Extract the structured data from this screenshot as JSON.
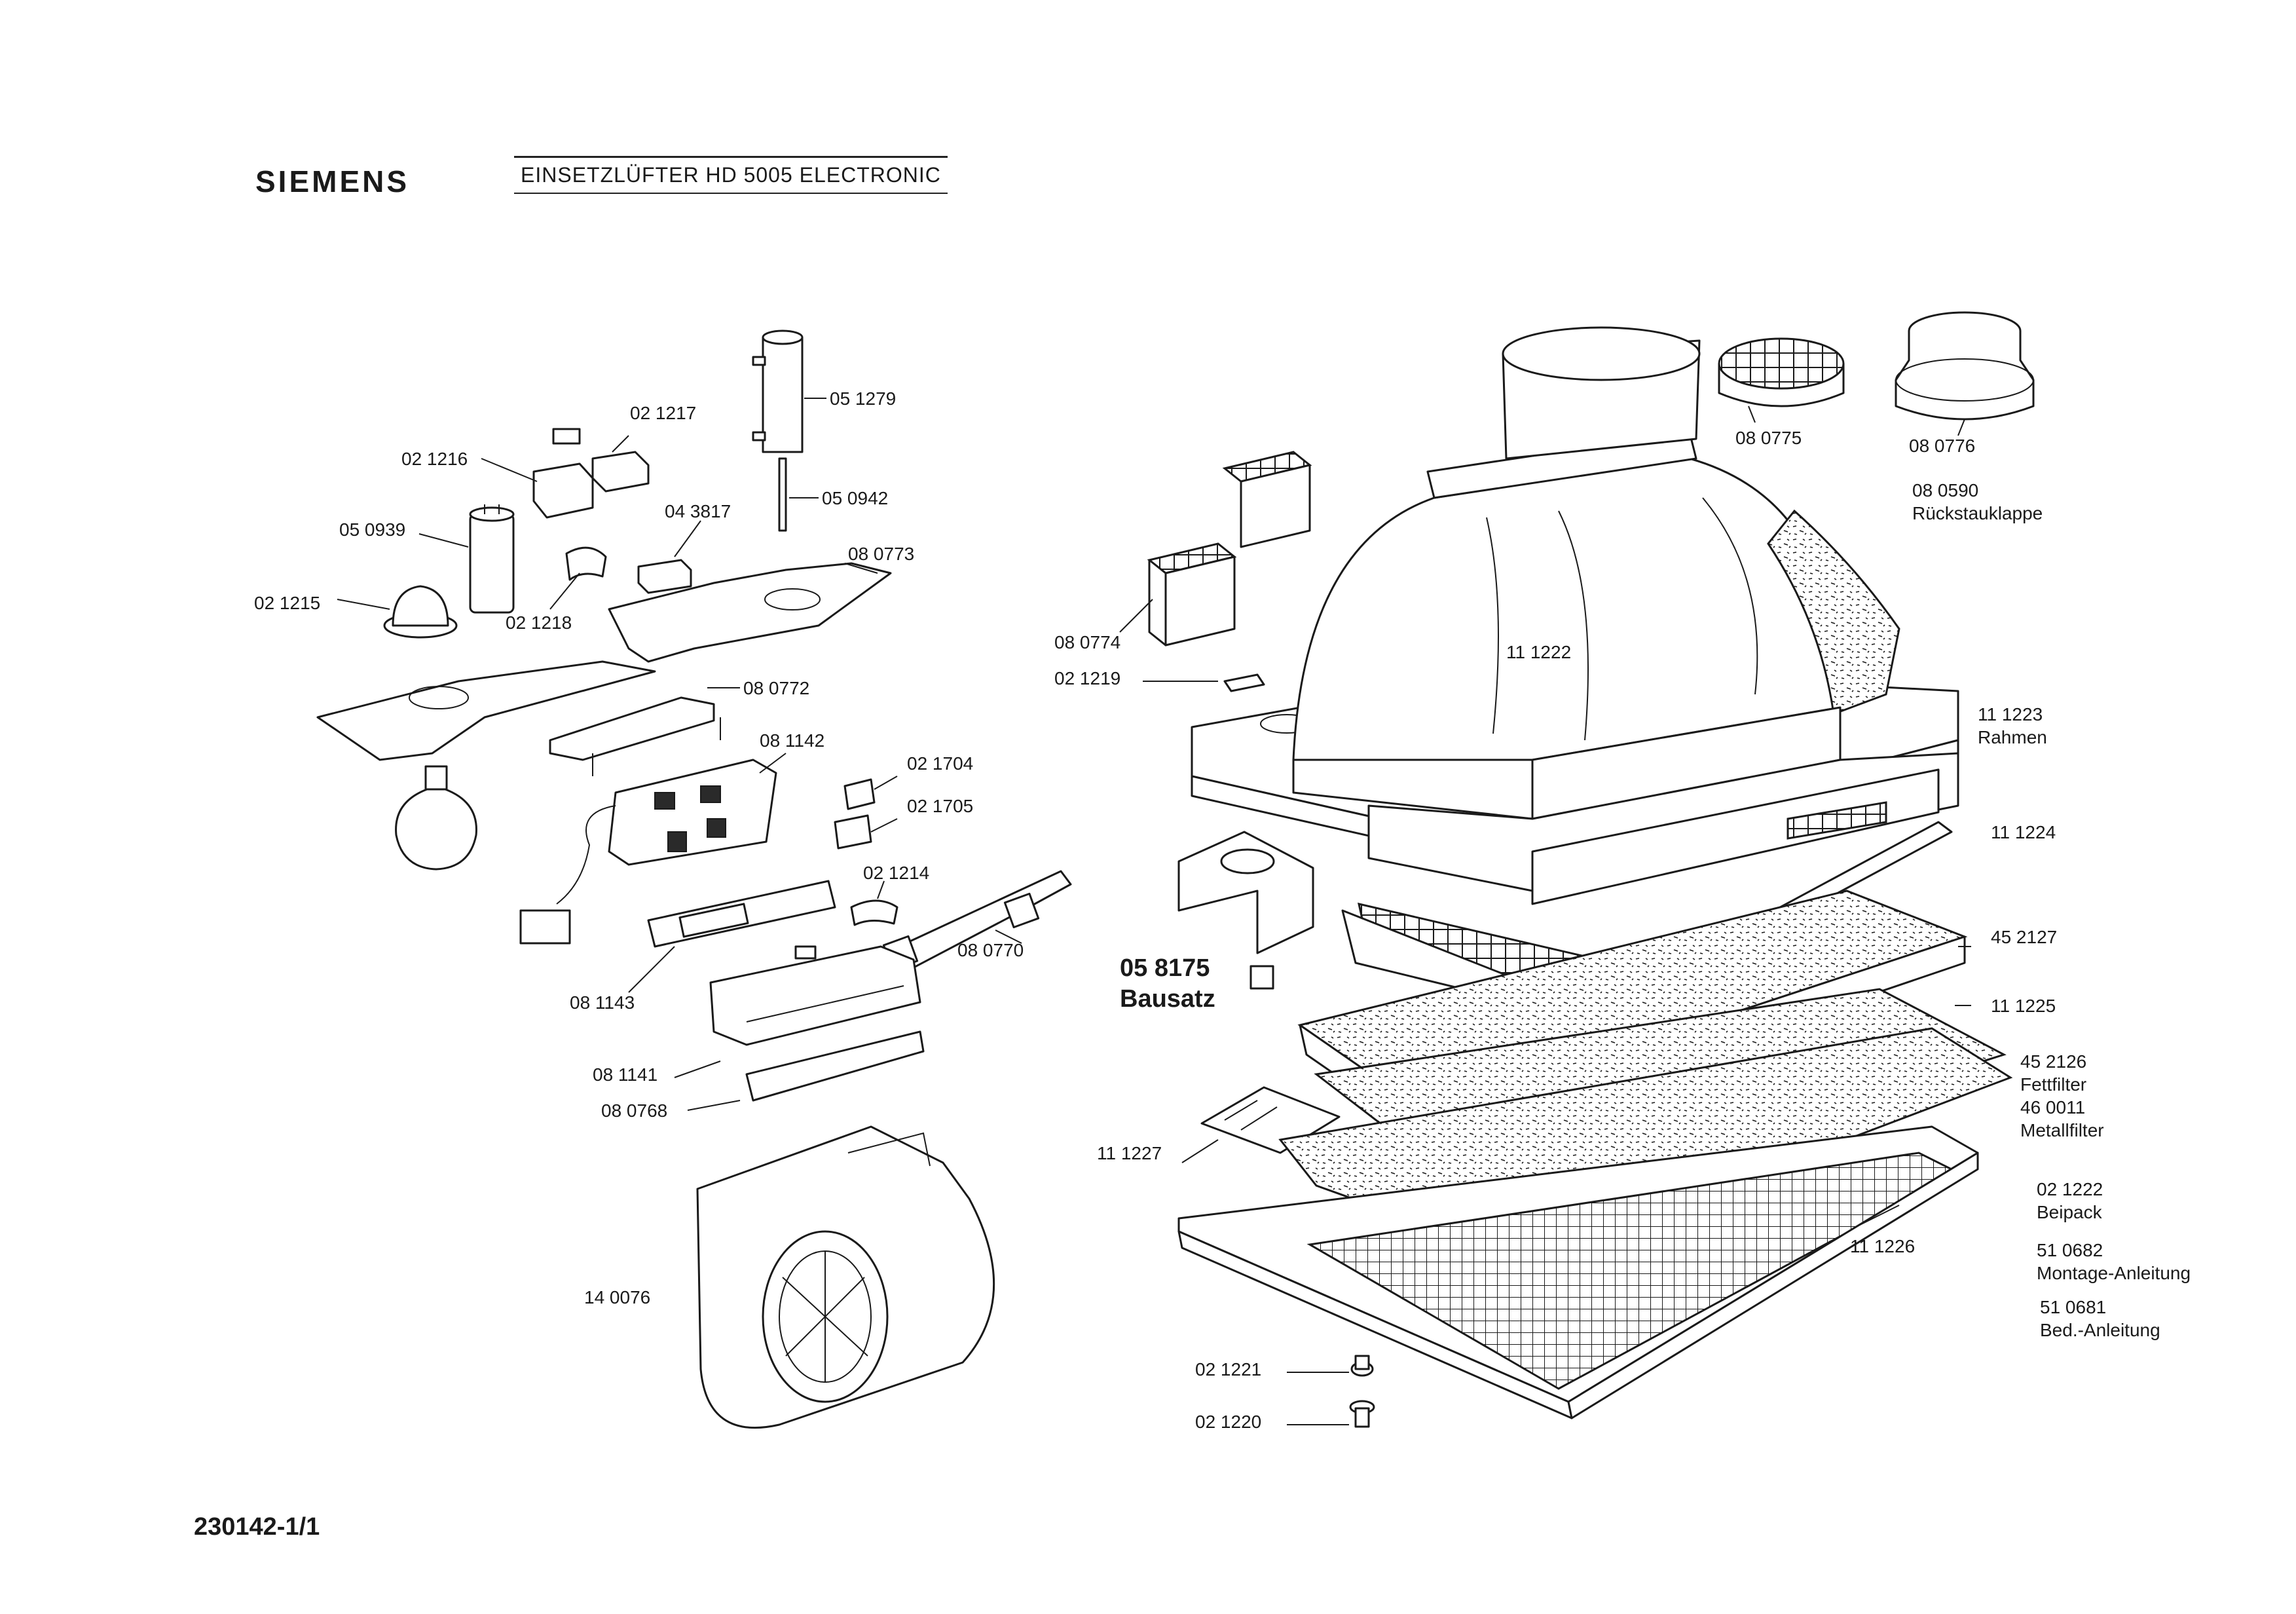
{
  "header": {
    "brand": "SIEMENS",
    "title": "EINSETZLÜFTER HD 5005 ELECTRONIC"
  },
  "footer": {
    "doc_number": "230142-1/1"
  },
  "kit": {
    "number": "05 8175",
    "name": "Bausatz"
  },
  "labels": [
    "05 1279",
    "02 1217",
    "02 1216",
    "05 0942",
    "04 3817",
    "05 0939",
    "08 0773",
    "02 1215",
    "02 1218",
    "08 0772",
    "08 1142",
    "02 1704",
    "02 1705",
    "02 1214",
    "08 0770",
    "08 1143",
    "08 1141",
    "08 0768",
    "14 0076",
    "08 0775",
    "08 0776",
    "08 0774",
    "02 1219",
    "11 1222",
    "11 1224",
    "45 2127",
    "11 1225",
    "11 1227",
    "11 1226",
    "02 1221",
    "02 1220"
  ],
  "notes": [
    {
      "number": "08 0590",
      "text": "Rückstauklappe"
    },
    {
      "number": "11 1223",
      "text": "Rahmen"
    },
    {
      "number": "45 2126",
      "text": "Fettfilter"
    },
    {
      "number": "46 0011",
      "text": "Metallfilter"
    },
    {
      "number": "02 1222",
      "text": "Beipack"
    },
    {
      "number": "51 0682",
      "text": "Montage-Anleitung"
    },
    {
      "number": "51 0681",
      "text": "Bed.-Anleitung"
    }
  ]
}
